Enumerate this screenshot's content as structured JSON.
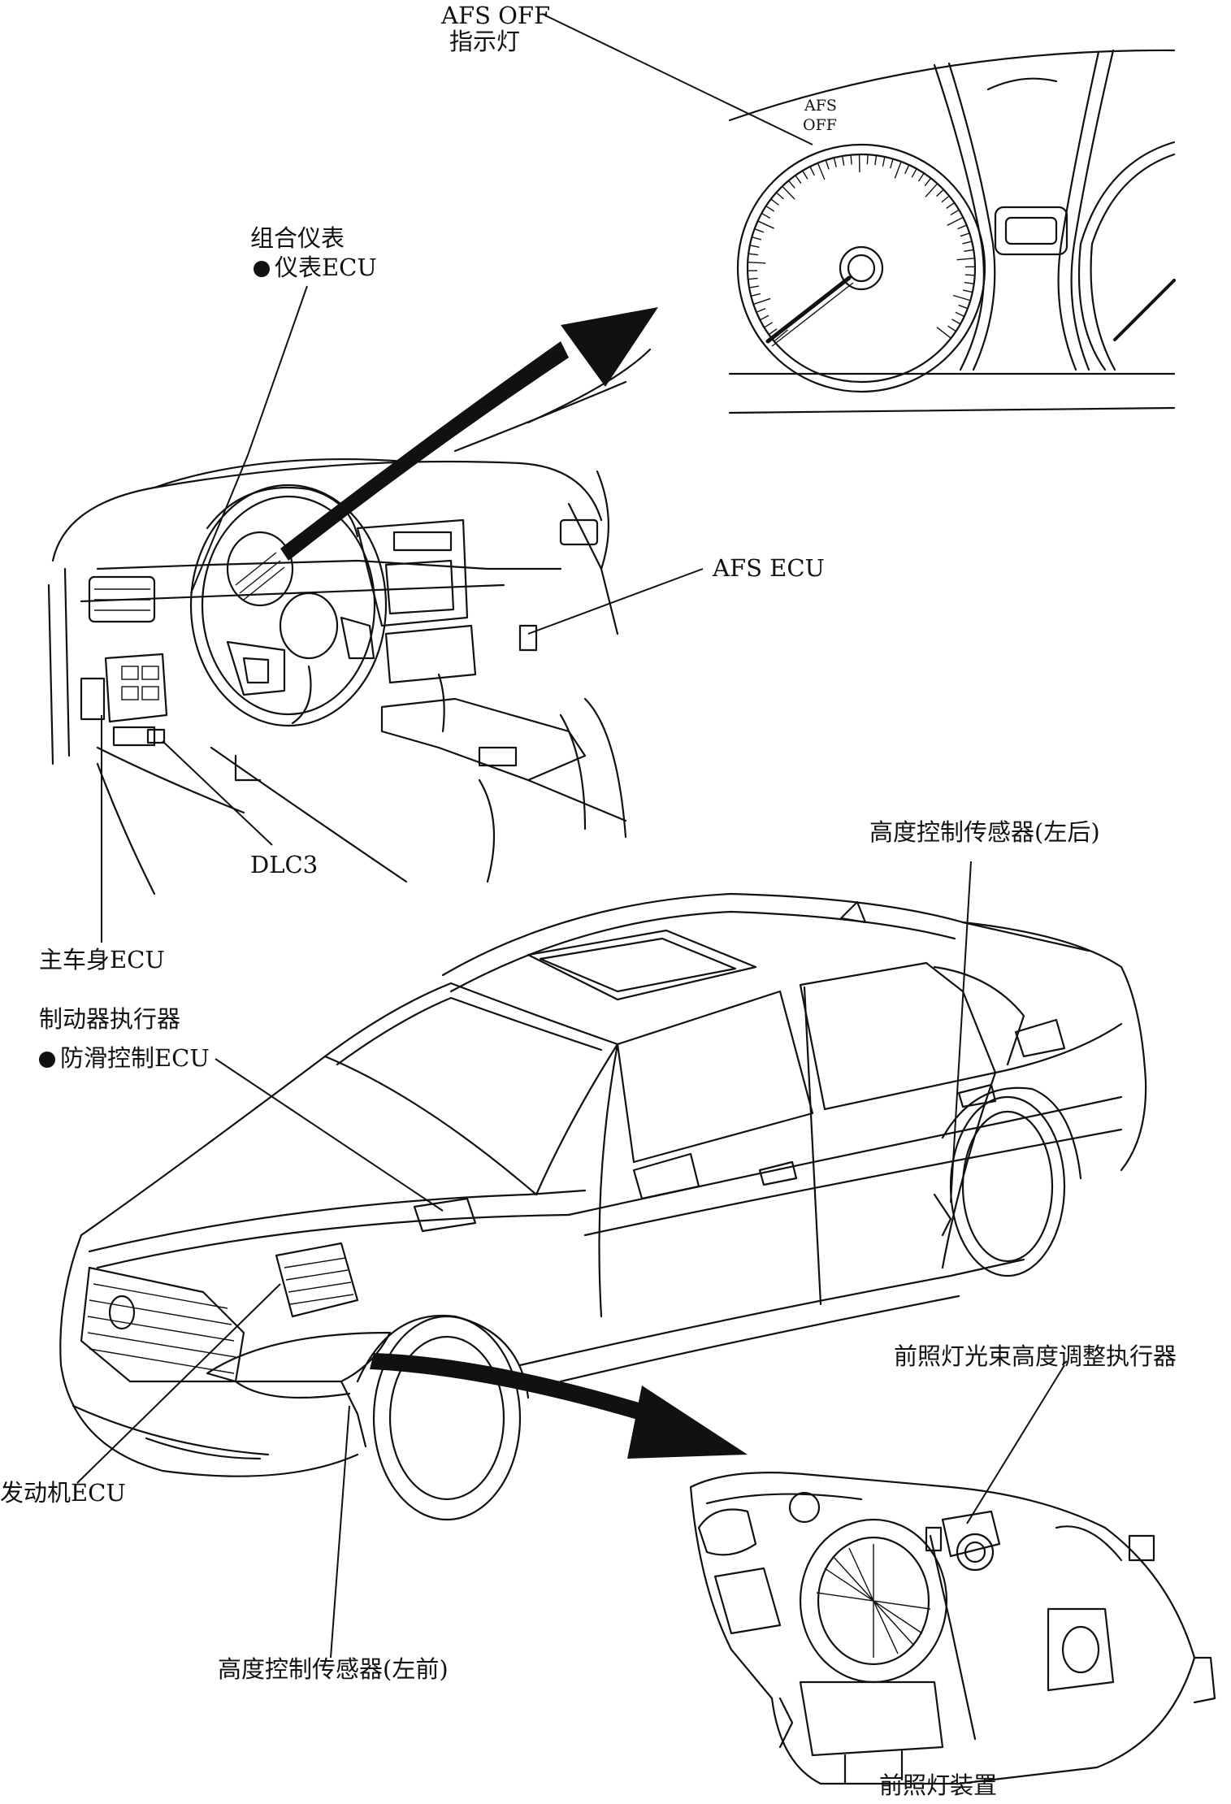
{
  "labels": {
    "afs_off_indicator_line1": "AFS OFF",
    "afs_off_indicator_line2": "指示灯",
    "gauge_afs": "AFS",
    "gauge_off": "OFF",
    "combination_meter": "组合仪表",
    "meter_ecu": "仪表ECU",
    "afs_ecu": "AFS ECU",
    "dlc3": "DLC3",
    "main_body_ecu": "主车身ECU",
    "height_sensor_rear_left": "高度控制传感器(左后)",
    "brake_actuator": "制动器执行器",
    "skid_control_ecu": "防滑控制ECU",
    "headlight_leveling_actuator": "前照灯光束高度调整执行器",
    "engine_ecu": "发动机ECU",
    "height_sensor_front_left": "高度控制传感器(左前)",
    "headlight_assembly": "前照灯装置"
  }
}
